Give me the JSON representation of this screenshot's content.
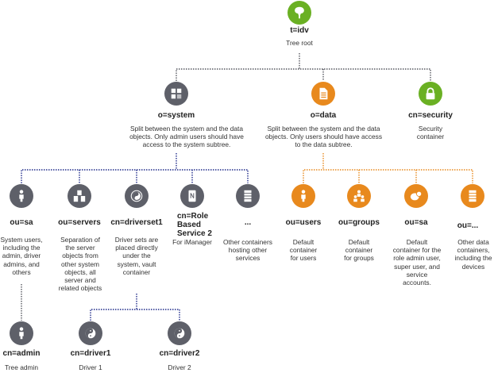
{
  "colors": {
    "gray": "#5e6069",
    "orange": "#e8891d",
    "green": "#6ab023",
    "blue_line": "#1f2b8a",
    "gray_line": "#55575f",
    "orange_line": "#e8891d"
  },
  "root": {
    "title": "t=idv",
    "desc": "Tree root",
    "icon": "tree-icon"
  },
  "system": {
    "title": "o=system",
    "desc": "Split between the system and the data objects. Only admin users should have access to the system subtree.",
    "icon": "system-icon"
  },
  "data": {
    "title": "o=data",
    "desc": "Split between the system and the data objects. Only users should have access to the data subtree.",
    "icon": "document-icon"
  },
  "security": {
    "title": "cn=security",
    "desc": "Security container",
    "icon": "lock-icon"
  },
  "sys_children": [
    {
      "title": "ou=sa",
      "desc": "System users, including the admin, driver admins, and others",
      "icon": "user-icon"
    },
    {
      "title": "ou=servers",
      "desc": "Separation of the server objects from other system objects, all server and related objects",
      "icon": "servers-icon"
    },
    {
      "title": "cn=driverset1",
      "desc": "Driver sets are placed directly under the system, vault container",
      "icon": "driverset-icon"
    },
    {
      "title": "cn=Role Based Service 2",
      "desc": "For iManager",
      "icon": "role-service-icon"
    },
    {
      "title": "...",
      "desc": "Other containers hosting other services",
      "icon": "cabinet-icon"
    }
  ],
  "data_children": [
    {
      "title": "ou=users",
      "desc": "Default container for users",
      "icon": "user-icon"
    },
    {
      "title": "ou=groups",
      "desc": "Default container for groups",
      "icon": "group-icon"
    },
    {
      "title": "ou=sa",
      "desc": "Default container for the role admin user, super user, and service accounts.",
      "icon": "accounts-icon"
    },
    {
      "title": "ou=...",
      "desc": "Other data containers, including the devices",
      "icon": "cabinet-icon"
    }
  ],
  "admin": {
    "title": "cn=admin",
    "desc": "Tree admin",
    "icon": "user-icon"
  },
  "drivers": [
    {
      "title": "cn=driver1",
      "desc": "Driver 1",
      "icon": "yin-yang-icon"
    },
    {
      "title": "cn=driver2",
      "desc": "Driver 2",
      "icon": "yin-yang-icon"
    }
  ]
}
